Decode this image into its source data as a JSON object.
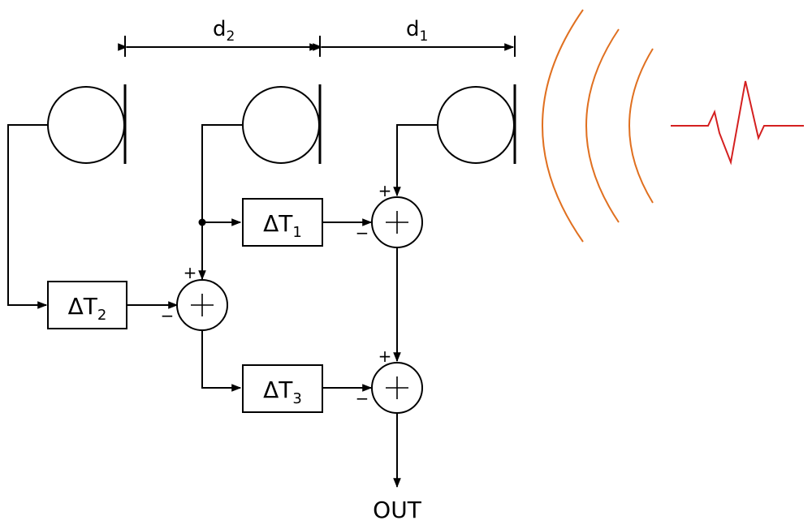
{
  "dimensions": {
    "d1": {
      "base": "d",
      "sub": "1"
    },
    "d2": {
      "base": "d",
      "sub": "2"
    }
  },
  "delays": {
    "t1": {
      "base": "ΔT",
      "sub": "1"
    },
    "t2": {
      "base": "ΔT",
      "sub": "2"
    },
    "t3": {
      "base": "ΔT",
      "sub": "3"
    }
  },
  "signs": {
    "plus": "+",
    "minus": "−"
  },
  "output_label": "OUT",
  "colors": {
    "wave_arcs": "#e07020",
    "pulse": "#d42020",
    "line": "#000000"
  }
}
